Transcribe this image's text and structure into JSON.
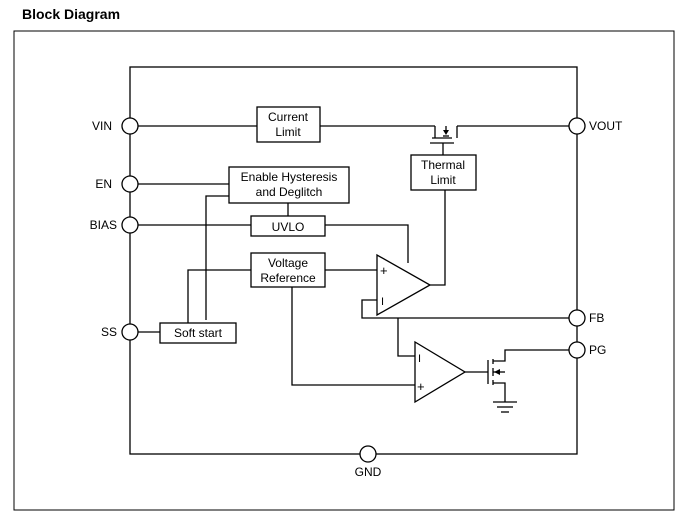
{
  "title": "Block Diagram",
  "pins": {
    "vin": "VIN",
    "en": "EN",
    "bias": "BIAS",
    "ss": "SS",
    "vout": "VOUT",
    "fb": "FB",
    "pg": "PG",
    "gnd": "GND"
  },
  "blocks": {
    "current_limit": [
      "Current",
      "Limit"
    ],
    "thermal_limit": [
      "Thermal",
      "Limit"
    ],
    "enable": [
      "Enable Hysteresis",
      "and Deglitch"
    ],
    "uvlo": "UVLO",
    "vref": [
      "Voltage",
      "Reference"
    ],
    "soft_start": "Soft start"
  },
  "opamp": {
    "plus": "+",
    "minus": "I"
  }
}
